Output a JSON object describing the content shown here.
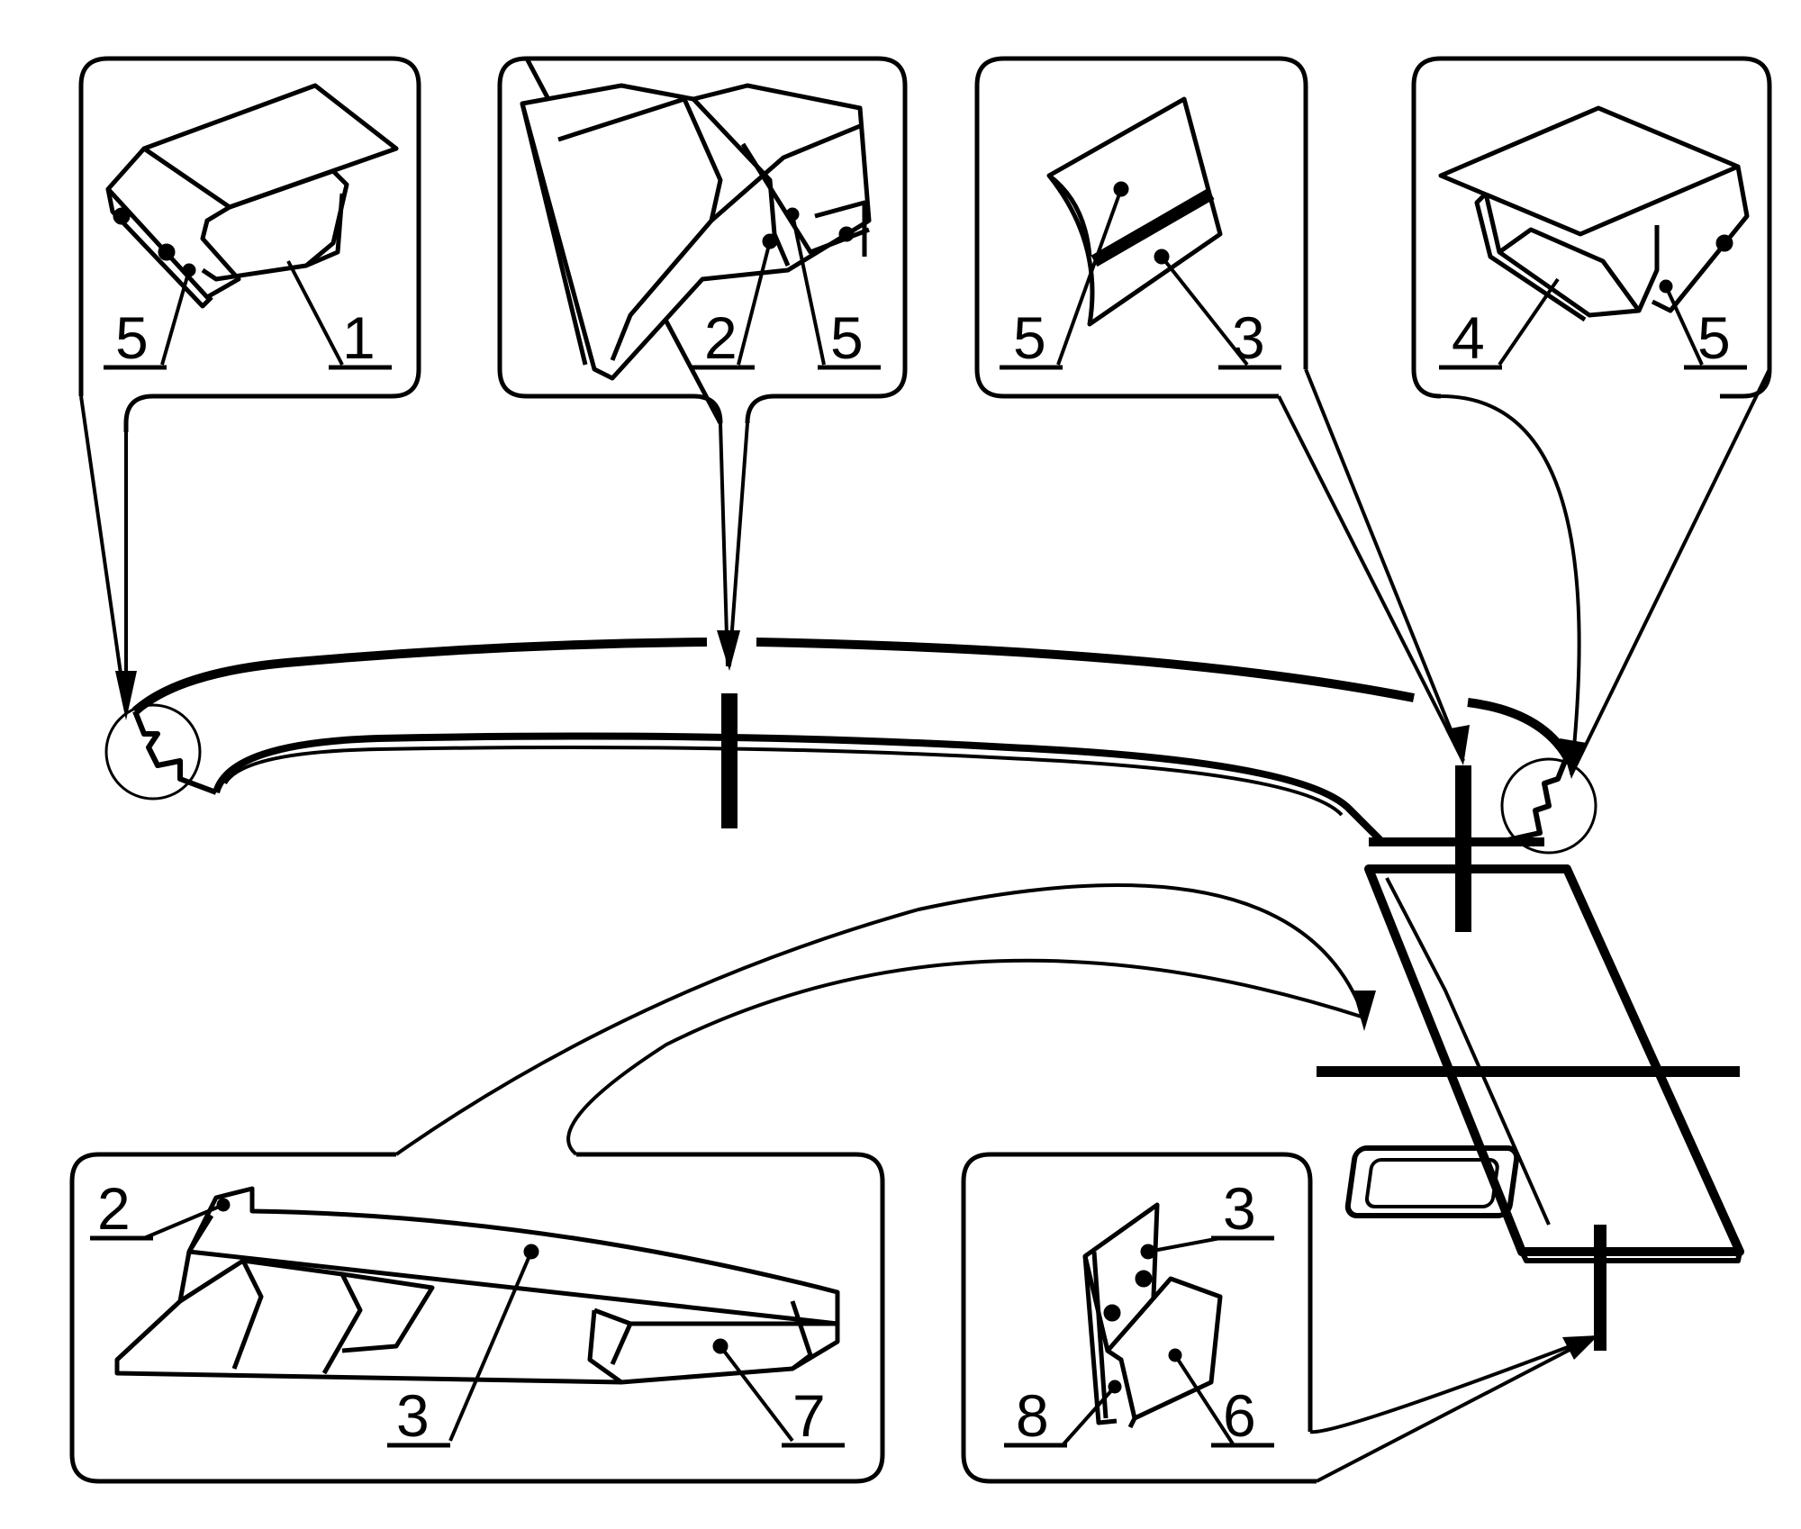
{
  "diagram": {
    "colors": {
      "ink": "#000000",
      "background": "#ffffff",
      "panel_border": "#000000"
    },
    "callout_top_1": {
      "labels": [
        "5",
        "1"
      ]
    },
    "callout_top_2": {
      "labels": [
        "2",
        "5"
      ]
    },
    "callout_top_3": {
      "labels": [
        "5",
        "3"
      ]
    },
    "callout_top_4": {
      "labels": [
        "4",
        "5"
      ]
    },
    "callout_bottom_left": {
      "labels": [
        "2",
        "3",
        "7"
      ]
    },
    "callout_bottom_right": {
      "labels": [
        "3",
        "8",
        "6"
      ]
    }
  }
}
